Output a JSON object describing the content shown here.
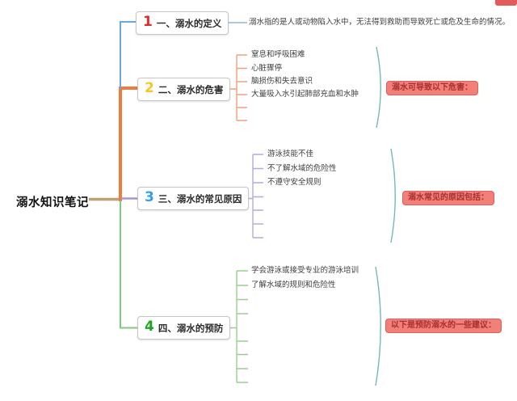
{
  "root": {
    "label": "溺水知识笔记"
  },
  "branches": [
    {
      "number": "1",
      "number_color": "#e02b2b",
      "line_color": "#6aa6e0",
      "label": "一、溺水的定义",
      "children": [
        "溺水指的是人或动物陷入水中，无法得到救助而导致死亡或危及生命的情况。"
      ]
    },
    {
      "number": "2",
      "number_color": "#fdc51d",
      "line_color": "#ee7a3c",
      "label": "二、溺水的危害",
      "children": [
        "窒息和呼吸困难",
        "心脏骤停",
        "脑损伤和失去意识",
        "大量吸入水引起肺部充血和水肿"
      ],
      "summary": "溺水可导致以下危害："
    },
    {
      "number": "3",
      "number_color": "#2f9ff0",
      "line_color": "#ab95d6",
      "label": "三、溺水的常见原因",
      "children": [
        "游泳技能不佳",
        "不了解水域的危险性",
        "不遵守安全规则"
      ],
      "summary": "溺水常见的原因包括："
    },
    {
      "number": "4",
      "number_color": "#1fa51f",
      "line_color": "#82c882",
      "label": "四、溺水的预防",
      "children": [
        "学会游泳或接受专业的游泳培训",
        "了解水域的规则和危险性"
      ],
      "summary": "以下是预防溺水的一些建议："
    }
  ],
  "summary_style": {
    "background": "#f08078",
    "border": "#dd5f5f",
    "text_color": "#a82f2f"
  },
  "trunk_color": "#bfa071",
  "bracket_color": "#74b9b4",
  "node_border_color": "#c6c6c6"
}
